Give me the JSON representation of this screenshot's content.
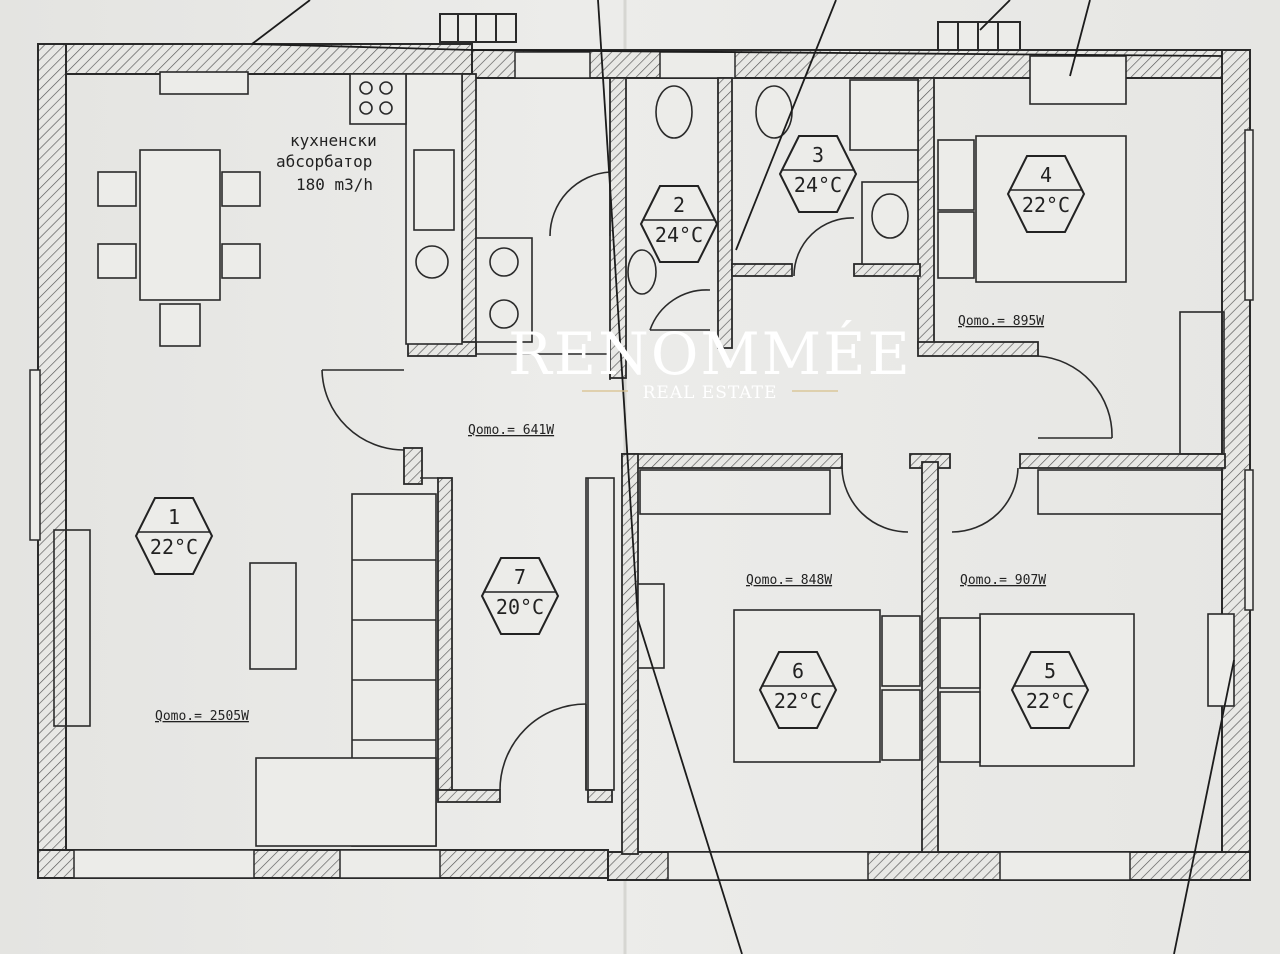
{
  "watermark": {
    "brand": "RENOMMÉE",
    "subtitle": "REAL ESTATE",
    "accent_color": "#d8c08a"
  },
  "kitchen_note": {
    "line1": "кухненски",
    "line2": "абсорбатор",
    "line3": "180 m3/h"
  },
  "rooms": [
    {
      "num": "1",
      "temp": "22°C"
    },
    {
      "num": "2",
      "temp": "24°C"
    },
    {
      "num": "3",
      "temp": "24°C"
    },
    {
      "num": "4",
      "temp": "22°C"
    },
    {
      "num": "5",
      "temp": "22°C"
    },
    {
      "num": "6",
      "temp": "22°C"
    },
    {
      "num": "7",
      "temp": "20°C"
    }
  ],
  "loads": [
    "Qomo.= 2505W",
    "Qomo.= 641W",
    "Qomo.= 895W",
    "Qomo.= 848W",
    "Qomo.= 907W"
  ],
  "colors": {
    "line": "#2a2a2a",
    "hatch": "#555555",
    "paper": "#e9e9e6"
  },
  "icons": [
    "air-conditioner-icon",
    "radiator-icon",
    "toilet-icon",
    "sink-icon",
    "shower-icon",
    "stove-icon",
    "bed-icon",
    "sofa-icon"
  ]
}
